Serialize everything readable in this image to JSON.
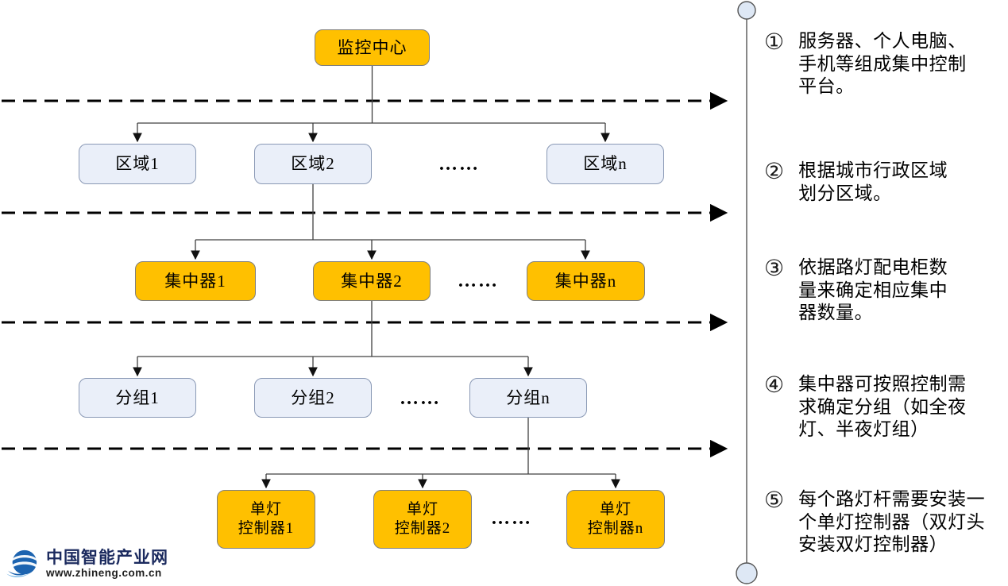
{
  "colors": {
    "orange_fill": "#FFC000",
    "orange_border": "#7F7F7F",
    "light_fill": "#EAEFF9",
    "light_border": "#8A99B5",
    "connector": "#404040",
    "dashed_line": "#000000",
    "timeline_stroke": "#555555",
    "timeline_circle_fill": "#DEE8F5",
    "logo_blue": "#1D64B0",
    "logo_text": "#1B2A5E"
  },
  "nodes": {
    "root": "监控中心",
    "region1": "区域1",
    "region2": "区域2",
    "region_n": "区域n",
    "concentrator1": "集中器1",
    "concentrator2": "集中器2",
    "concentrator_n": "集中器n",
    "group1": "分组1",
    "group2": "分组2",
    "group_n": "分组n",
    "lamp1": {
      "line1": "单灯",
      "line2": "控制器1"
    },
    "lamp2": {
      "line1": "单灯",
      "line2": "控制器2"
    },
    "lamp_n": {
      "line1": "单灯",
      "line2": "控制器n"
    }
  },
  "ellipsis": "……",
  "annotations": [
    {
      "number": "①",
      "lines": [
        "服务器、个人电脑、",
        "手机等组成集中控制",
        "平台。"
      ]
    },
    {
      "number": "②",
      "lines": [
        "根据城市行政区域",
        "划分区域。"
      ]
    },
    {
      "number": "③",
      "lines": [
        "依据路灯配电柜数",
        "量来确定相应集中",
        "器数量。"
      ]
    },
    {
      "number": "④",
      "lines": [
        "集中器可按照控制需",
        "求确定分组（如全夜",
        "灯、半夜灯组）"
      ]
    },
    {
      "number": "⑤",
      "lines": [
        "每个路灯杆需要安装一",
        "个单灯控制器（双灯头",
        "安装双灯控制器）"
      ]
    }
  ],
  "logo": {
    "name": "中国智能产业网",
    "url": "www.zhineng.com.cn"
  }
}
